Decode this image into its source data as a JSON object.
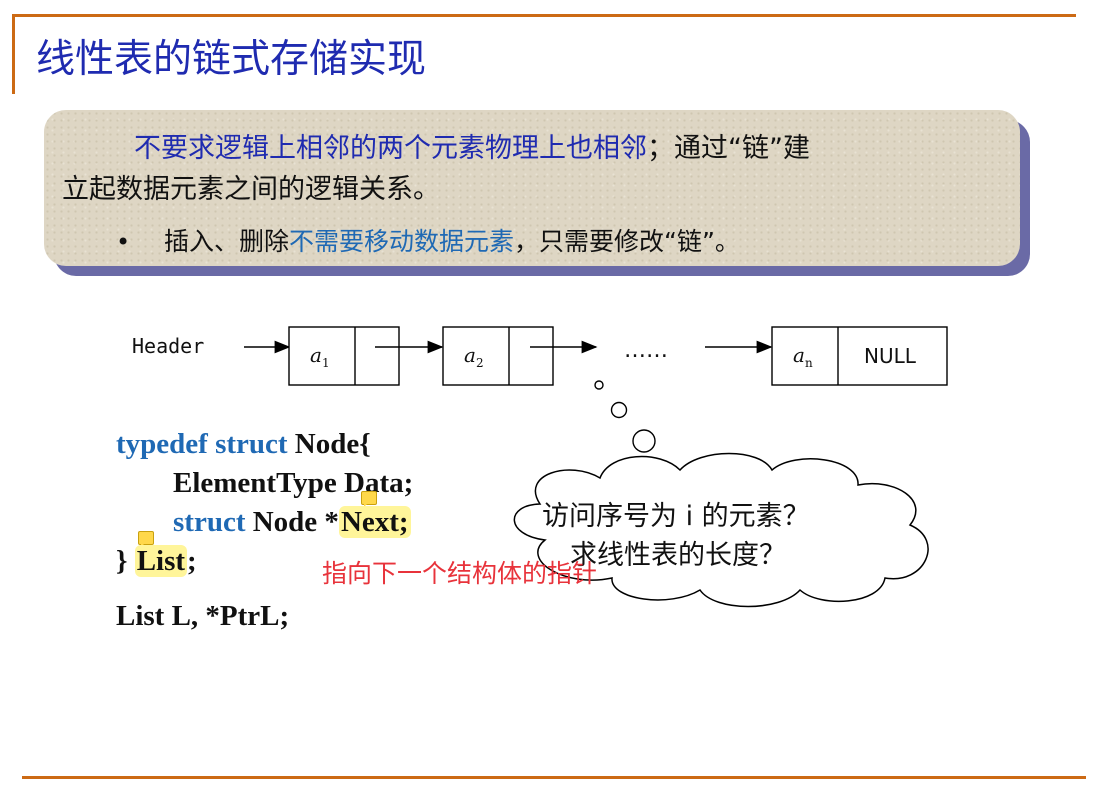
{
  "title": "线性表的链式存储实现",
  "box": {
    "line1_blue": "不要求逻辑上相邻的两个元素物理上也相邻",
    "line1_rest": "；通过“链”建",
    "line2": "立起数据元素之间的逻辑关系。",
    "bullet": "•",
    "bullet_a": "插入、删除",
    "bullet_b": "不需要移动数据元素",
    "bullet_c": "，只需要修改“链”。"
  },
  "diagram": {
    "header_label": "Header",
    "a1": "a",
    "sub1": "1",
    "a2": "a",
    "sub2": "2",
    "ellipsis": "……",
    "an": "a",
    "subn": "n",
    "null_label": "NULL"
  },
  "code": {
    "l1_kw": "typedef  struct",
    "l1_rest": " Node{",
    "l2": "ElementType  Data;",
    "l3_kw": "struct",
    "l3_mid": " Node *",
    "l3_hl": "Next;",
    "l4_brace": "}",
    "l4_hl": "List",
    "l4_end": ";",
    "l5": "List L, *PtrL;"
  },
  "annotation": "指向下一个结构体的指针",
  "cloud": {
    "line1": "访问序号为 i 的元素？",
    "line2": "求线性表的长度？"
  },
  "colors": {
    "accent_rule": "#cc6a14",
    "title": "#1f2bb0",
    "keyword": "#1f69b4",
    "annotation": "#e8333b",
    "highlight": "#fff59a"
  }
}
